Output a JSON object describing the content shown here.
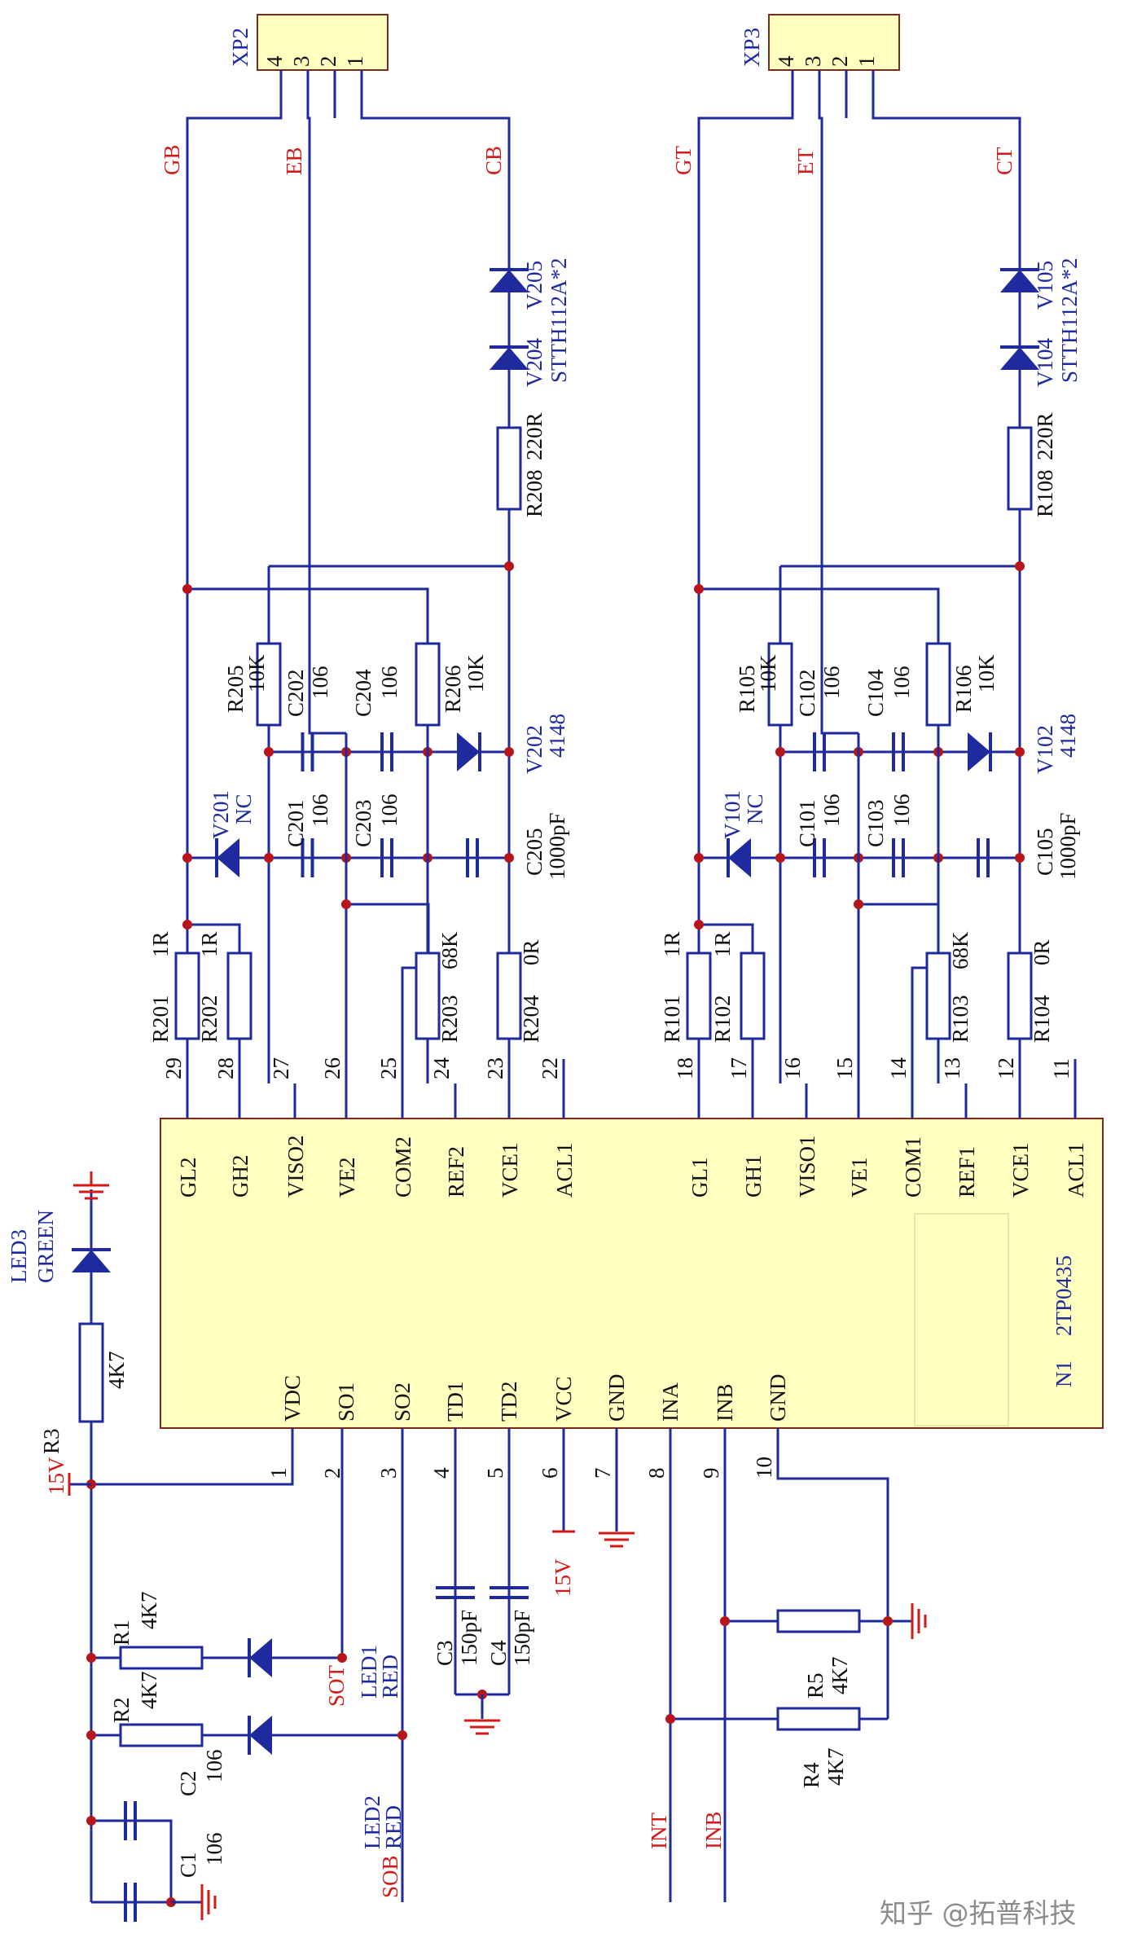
{
  "colors": {
    "wire": "#1e2a9e",
    "net_label": "#d21a1a",
    "component_fill": "#ffffc0",
    "text": "#111111"
  },
  "ic": {
    "designator": "N1",
    "part": "2TP0435",
    "top_pins": [
      {
        "num": "29",
        "name": "GL2"
      },
      {
        "num": "28",
        "name": "GH2"
      },
      {
        "num": "27",
        "name": "VISO2"
      },
      {
        "num": "26",
        "name": "VE2"
      },
      {
        "num": "25",
        "name": "COM2"
      },
      {
        "num": "24",
        "name": "REF2"
      },
      {
        "num": "23",
        "name": "VCE1"
      },
      {
        "num": "22",
        "name": "ACL1"
      },
      {
        "num": "18",
        "name": "GL1"
      },
      {
        "num": "17",
        "name": "GH1"
      },
      {
        "num": "16",
        "name": "VISO1"
      },
      {
        "num": "15",
        "name": "VE1"
      },
      {
        "num": "14",
        "name": "COM1"
      },
      {
        "num": "13",
        "name": "REF1"
      },
      {
        "num": "12",
        "name": "VCE1"
      },
      {
        "num": "11",
        "name": "ACL1"
      }
    ],
    "bottom_pins": [
      {
        "num": "1",
        "name": "VDC"
      },
      {
        "num": "2",
        "name": "SO1"
      },
      {
        "num": "3",
        "name": "SO2"
      },
      {
        "num": "4",
        "name": "TD1"
      },
      {
        "num": "5",
        "name": "TD2"
      },
      {
        "num": "6",
        "name": "VCC"
      },
      {
        "num": "7",
        "name": "GND"
      },
      {
        "num": "8",
        "name": "INA"
      },
      {
        "num": "9",
        "name": "INB"
      },
      {
        "num": "10",
        "name": "GND"
      }
    ]
  },
  "connectors": [
    {
      "ref": "XP2",
      "pins": [
        "4",
        "3",
        "2",
        "1"
      ],
      "nets": [
        "GB",
        "EB",
        "CB"
      ]
    },
    {
      "ref": "XP3",
      "pins": [
        "4",
        "3",
        "2",
        "1"
      ],
      "nets": [
        "GT",
        "ET",
        "CT"
      ]
    }
  ],
  "channel_b": {
    "r201": [
      "R201",
      "1R"
    ],
    "r202": [
      "R202",
      "1R"
    ],
    "r203": [
      "R203",
      "68K"
    ],
    "r204": [
      "R204",
      "0R"
    ],
    "r205": [
      "R205",
      "10K"
    ],
    "r206": [
      "R206",
      "10K"
    ],
    "r208": [
      "R208",
      "220R"
    ],
    "c201": [
      "C201",
      "106"
    ],
    "c202": [
      "C202",
      "106"
    ],
    "c203": [
      "C203",
      "106"
    ],
    "c204": [
      "C204",
      "106"
    ],
    "c205": [
      "C205",
      "1000pF"
    ],
    "v201": [
      "V201",
      "NC"
    ],
    "v202": [
      "V202",
      "4148"
    ],
    "v204": "V204",
    "v205": "V205",
    "stth": "STTH112A*2"
  },
  "channel_t": {
    "r101": [
      "R101",
      "1R"
    ],
    "r102": [
      "R102",
      "1R"
    ],
    "r103": [
      "R103",
      "68K"
    ],
    "r104": [
      "R104",
      "0R"
    ],
    "r105": [
      "R105",
      "10K"
    ],
    "r106": [
      "R106",
      "10K"
    ],
    "r108": [
      "R108",
      "220R"
    ],
    "c101": [
      "C101",
      "106"
    ],
    "c102": [
      "C102",
      "106"
    ],
    "c103": [
      "C103",
      "106"
    ],
    "c104": [
      "C104",
      "106"
    ],
    "c105": [
      "C105",
      "1000pF"
    ],
    "v101": [
      "V101",
      "NC"
    ],
    "v102": [
      "V102",
      "4148"
    ],
    "v104": "V104",
    "v105": "V105",
    "stth": "STTH112A*2"
  },
  "left": {
    "led3": [
      "LED3",
      "GREEN"
    ],
    "r3": [
      "R3",
      "4K7"
    ],
    "v15": "15V",
    "r1": [
      "R1",
      "4K7"
    ],
    "r2": [
      "R2",
      "4K7"
    ],
    "led1": [
      "LED1",
      "RED"
    ],
    "led2": [
      "LED2",
      "RED"
    ],
    "c1": [
      "C1",
      "106"
    ],
    "c2": [
      "C2",
      "106"
    ],
    "sot": "SOT",
    "sob": "SOB",
    "c3": [
      "C3",
      "150pF"
    ],
    "c4": [
      "C4",
      "150pF"
    ],
    "v15b": "15V",
    "r4": [
      "R4",
      "4K7"
    ],
    "r5": [
      "R5",
      "4K7"
    ],
    "int": "INT",
    "inb": "INB"
  },
  "watermark": "知乎 @拓普科技"
}
